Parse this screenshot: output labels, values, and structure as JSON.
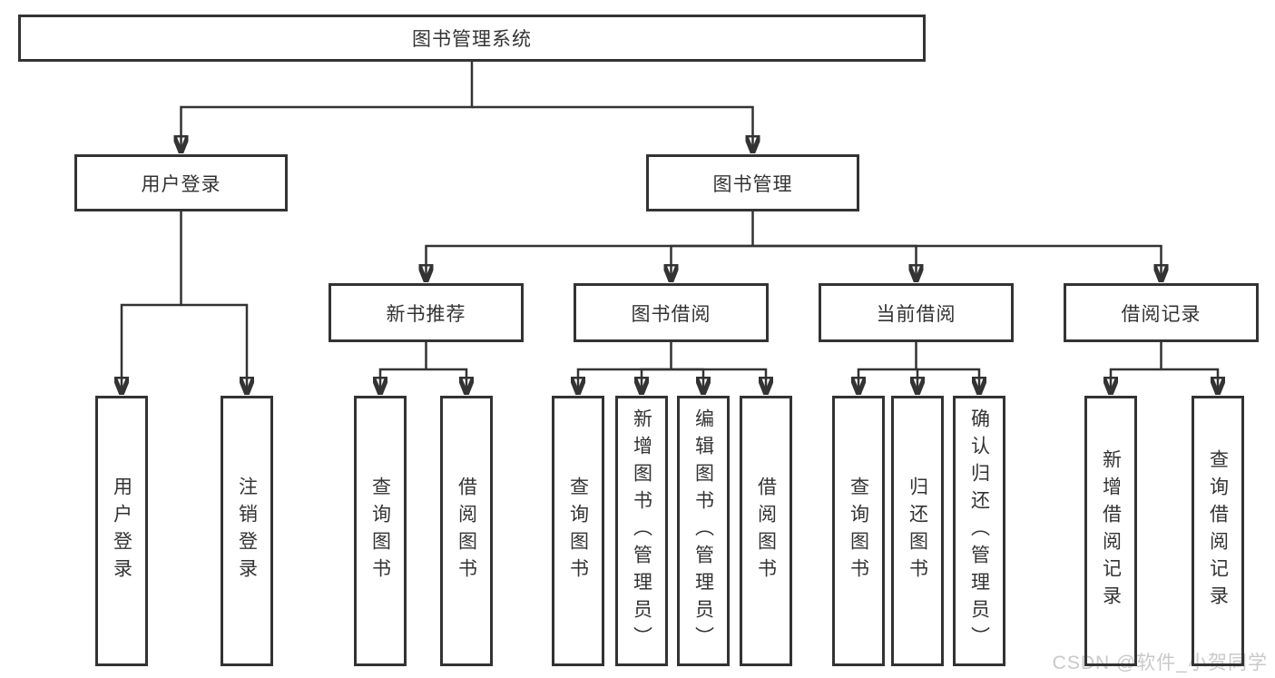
{
  "tree": {
    "label": "图书管理系统",
    "children": [
      {
        "label": "用户登录",
        "children": [
          {
            "label": "用户登录"
          },
          {
            "label": "注销登录"
          }
        ]
      },
      {
        "label": "图书管理",
        "children": [
          {
            "label": "新书推荐",
            "children": [
              {
                "label": "查询图书"
              },
              {
                "label": "借阅图书"
              }
            ]
          },
          {
            "label": "图书借阅",
            "children": [
              {
                "label": "查询图书"
              },
              {
                "label": "新增图书（管理员）"
              },
              {
                "label": "编辑图书（管理员）"
              },
              {
                "label": "借阅图书"
              }
            ]
          },
          {
            "label": "当前借阅",
            "children": [
              {
                "label": "查询图书"
              },
              {
                "label": "归还图书"
              },
              {
                "label": "确认归还（管理员）"
              }
            ]
          },
          {
            "label": "借阅记录",
            "children": [
              {
                "label": "新增借阅记录"
              },
              {
                "label": "查询借阅记录"
              }
            ]
          }
        ]
      }
    ]
  },
  "watermark": "CSDN @软件_小贺同学",
  "colors": {
    "line": "#333333",
    "text": "#333333",
    "watermark": "#c9c9c9",
    "background": "#ffffff"
  }
}
